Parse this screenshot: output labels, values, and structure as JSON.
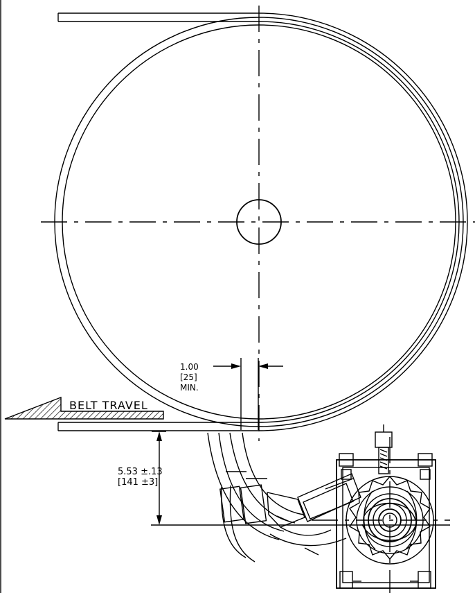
{
  "labels": {
    "belt_travel": "BELT TRAVEL",
    "clearance_in": "1.00",
    "clearance_mm": "[25]",
    "clearance_min": "MIN.",
    "offset_in": "5.53 ±.13",
    "offset_mm": "[141 ±3]"
  }
}
